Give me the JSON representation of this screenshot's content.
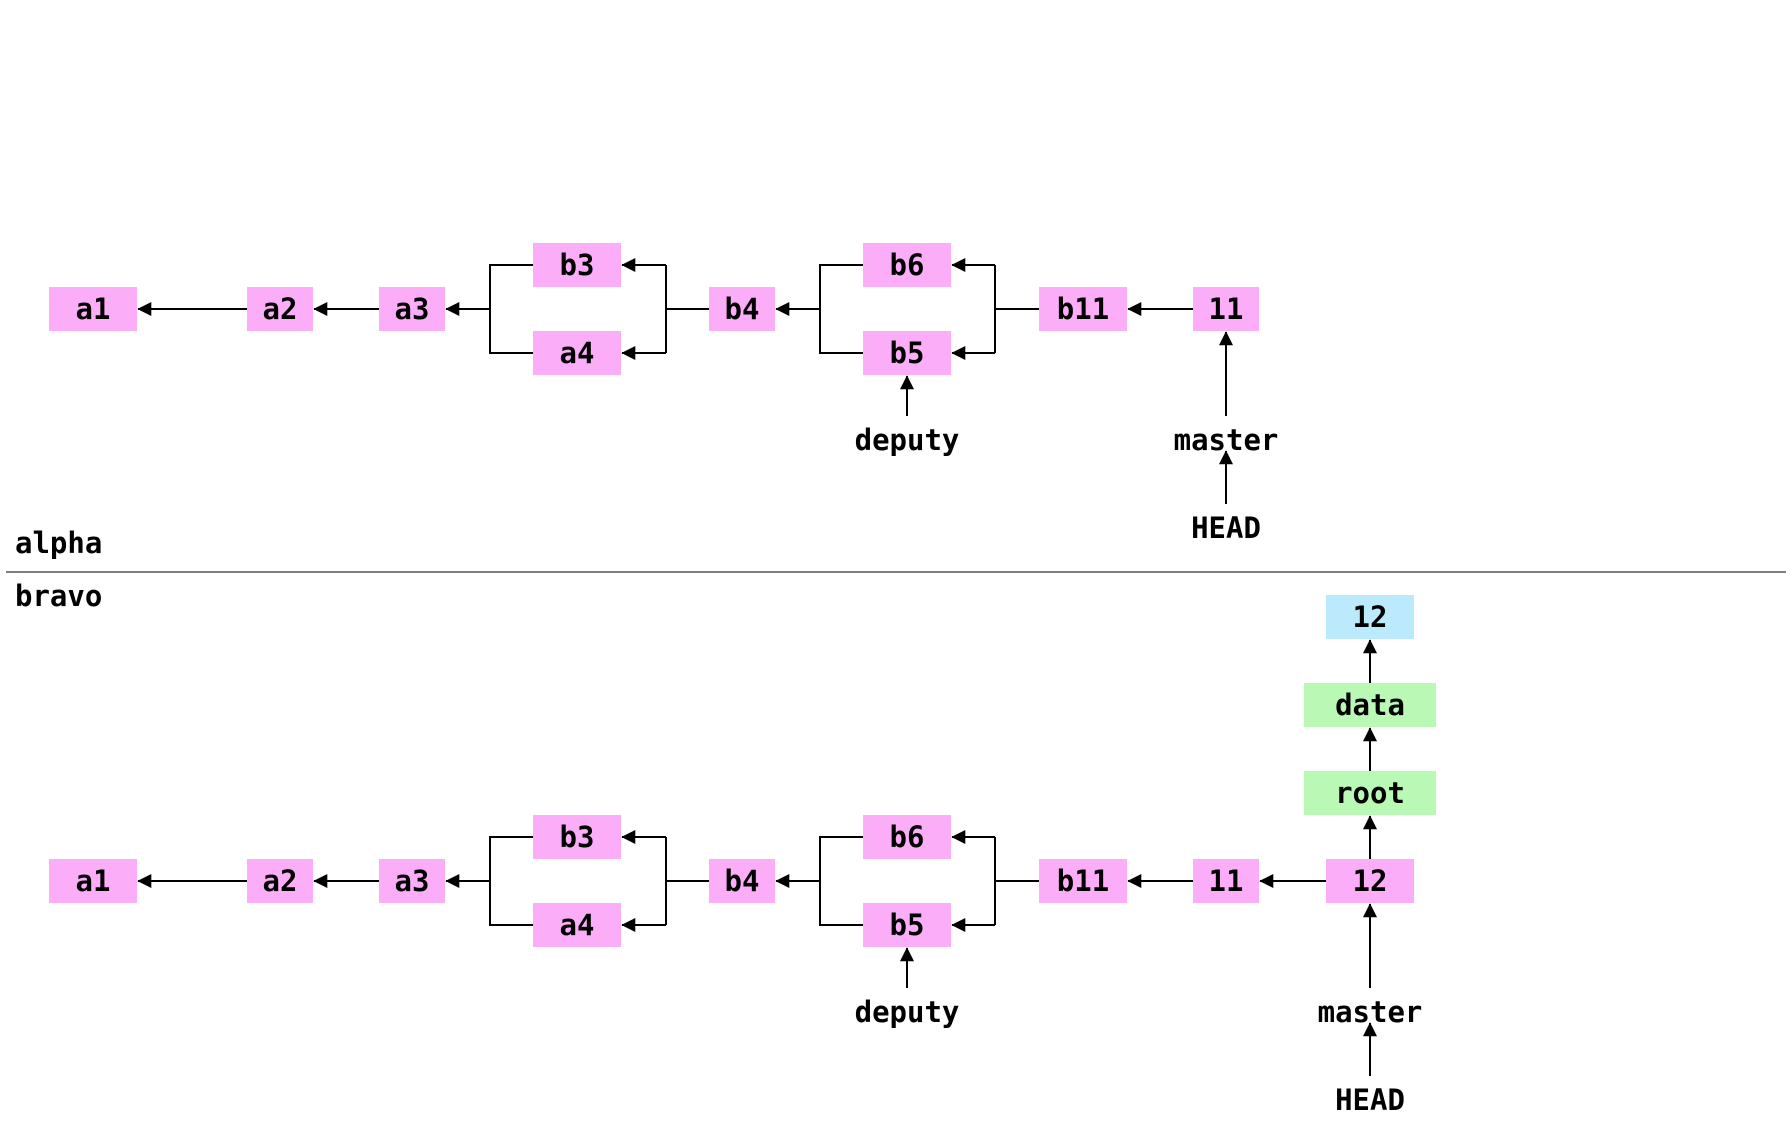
{
  "colors": {
    "commit": "#fbadf7",
    "tree": "#b9f9b5",
    "blob": "#bbeafc",
    "line": "#000000",
    "divider": "#555555"
  },
  "repos": [
    {
      "label": "alpha",
      "nodes": [
        {
          "id": "a1",
          "text": "a1",
          "kind": "commit"
        },
        {
          "id": "a2",
          "text": "a2",
          "kind": "commit"
        },
        {
          "id": "a3",
          "text": "a3",
          "kind": "commit"
        },
        {
          "id": "b3",
          "text": "b3",
          "kind": "commit"
        },
        {
          "id": "a4",
          "text": "a4",
          "kind": "commit"
        },
        {
          "id": "b4",
          "text": "b4",
          "kind": "commit"
        },
        {
          "id": "b6",
          "text": "b6",
          "kind": "commit"
        },
        {
          "id": "b5",
          "text": "b5",
          "kind": "commit"
        },
        {
          "id": "b11",
          "text": "b11",
          "kind": "commit"
        },
        {
          "id": "c11",
          "text": "11",
          "kind": "commit"
        }
      ],
      "refs": [
        {
          "id": "deputy",
          "text": "deputy"
        },
        {
          "id": "master",
          "text": "master"
        },
        {
          "id": "head",
          "text": "HEAD"
        }
      ]
    },
    {
      "label": "bravo",
      "nodes": [
        {
          "id": "a1",
          "text": "a1",
          "kind": "commit"
        },
        {
          "id": "a2",
          "text": "a2",
          "kind": "commit"
        },
        {
          "id": "a3",
          "text": "a3",
          "kind": "commit"
        },
        {
          "id": "b3",
          "text": "b3",
          "kind": "commit"
        },
        {
          "id": "a4",
          "text": "a4",
          "kind": "commit"
        },
        {
          "id": "b4",
          "text": "b4",
          "kind": "commit"
        },
        {
          "id": "b6",
          "text": "b6",
          "kind": "commit"
        },
        {
          "id": "b5",
          "text": "b5",
          "kind": "commit"
        },
        {
          "id": "b11",
          "text": "b11",
          "kind": "commit"
        },
        {
          "id": "c11",
          "text": "11",
          "kind": "commit"
        },
        {
          "id": "c12",
          "text": "12",
          "kind": "commit"
        },
        {
          "id": "root",
          "text": "root",
          "kind": "tree"
        },
        {
          "id": "data",
          "text": "data",
          "kind": "tree"
        },
        {
          "id": "blob12",
          "text": "12",
          "kind": "blob"
        }
      ],
      "refs": [
        {
          "id": "deputy",
          "text": "deputy"
        },
        {
          "id": "master",
          "text": "master"
        },
        {
          "id": "head",
          "text": "HEAD"
        }
      ]
    }
  ]
}
